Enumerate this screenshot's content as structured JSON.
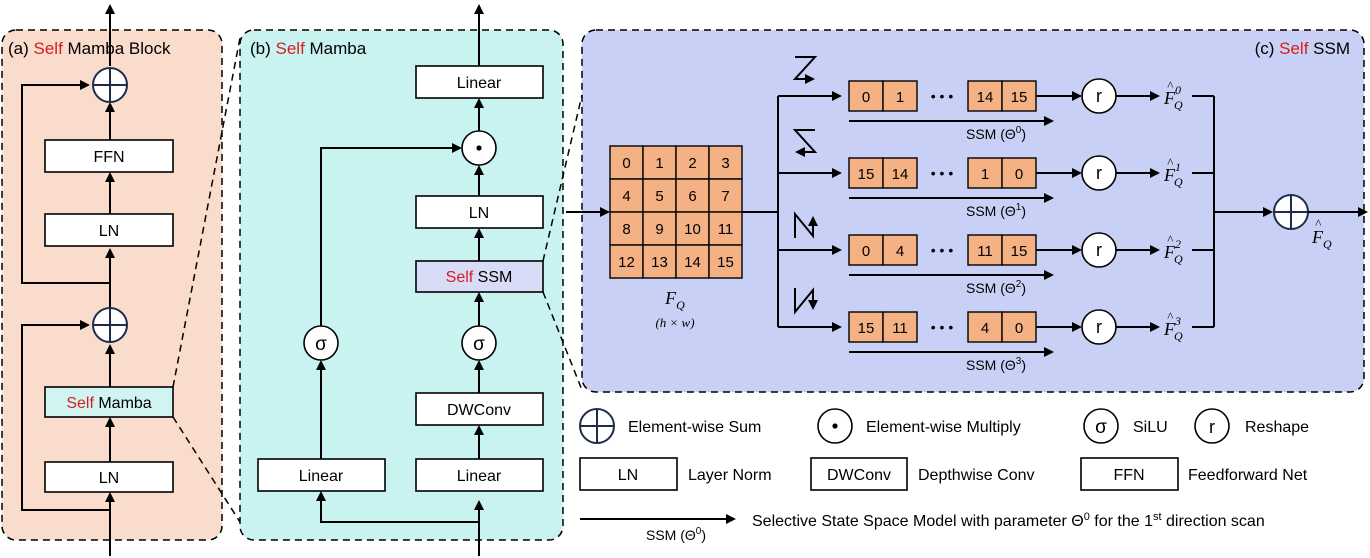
{
  "panel_a": {
    "title_red": "Self",
    "title_rest": " Mamba Block",
    "prefix": "(a) ",
    "ffn": "FFN",
    "ln_top": "LN",
    "mamba_red": "Self",
    "mamba_rest": " Mamba",
    "ln_bottom": "LN"
  },
  "panel_b": {
    "prefix": "(b) ",
    "title_red": "Self",
    "title_rest": " Mamba",
    "linear_top": "Linear",
    "ln": "LN",
    "ssm_red": "Self",
    "ssm_rest": " SSM",
    "sigma": "σ",
    "dwconv": "DWConv",
    "linear_left": "Linear",
    "linear_right": "Linear"
  },
  "panel_c": {
    "prefix": "(c) ",
    "title_red": "Self",
    "title_rest": " SSM",
    "grid": [
      "0",
      "1",
      "2",
      "3",
      "4",
      "5",
      "6",
      "7",
      "8",
      "9",
      "10",
      "11",
      "12",
      "13",
      "14",
      "15"
    ],
    "fq_label": "F",
    "fq_sub": "Q",
    "fq_dims": "(h × w)",
    "sum_out_label": "F",
    "sum_out_sub": "Q",
    "rows": [
      {
        "seq": [
          "0",
          "1",
          "14",
          "15"
        ],
        "ssm": "SSM (Θ",
        "sup": "0",
        "out_sup": "0"
      },
      {
        "seq": [
          "15",
          "14",
          "1",
          "0"
        ],
        "ssm": "SSM (Θ",
        "sup": "1",
        "out_sup": "1"
      },
      {
        "seq": [
          "0",
          "4",
          "11",
          "15"
        ],
        "ssm": "SSM (Θ",
        "sup": "2",
        "out_sup": "2"
      },
      {
        "seq": [
          "15",
          "11",
          "4",
          "0"
        ],
        "ssm": "SSM (Θ",
        "sup": "3",
        "out_sup": "3"
      }
    ],
    "reshape": "r",
    "dots": "• • •"
  },
  "legend": {
    "sum": "Element-wise Sum",
    "multiply": "Element-wise Multiply",
    "silu_sym": "σ",
    "silu": "SiLU",
    "reshape_sym": "r",
    "reshape": "Reshape",
    "ln_box": "LN",
    "ln": "Layer Norm",
    "dwconv_box": "DWConv",
    "dwconv": "Depthwise Conv",
    "ffn_box": "FFN",
    "ffn": "Feedforward Net",
    "ssm_label": "SSM (Θ",
    "ssm_sup": "0",
    "ssm_desc_a": "Selective State Space Model with parameter Θ",
    "ssm_desc_sup": "0",
    "ssm_desc_b": " for the 1",
    "ssm_desc_st": "st",
    "ssm_desc_c": " direction scan"
  },
  "colors": {
    "panel_a_bg": "#f9dccb",
    "panel_b_bg": "#c9f3f1",
    "panel_c_bg": "#c9d0f5",
    "cell": "#f4b183",
    "accent_red": "#d42020",
    "ssm_box": "#d9dcf6",
    "mamba_box": "#d2f4f1"
  }
}
